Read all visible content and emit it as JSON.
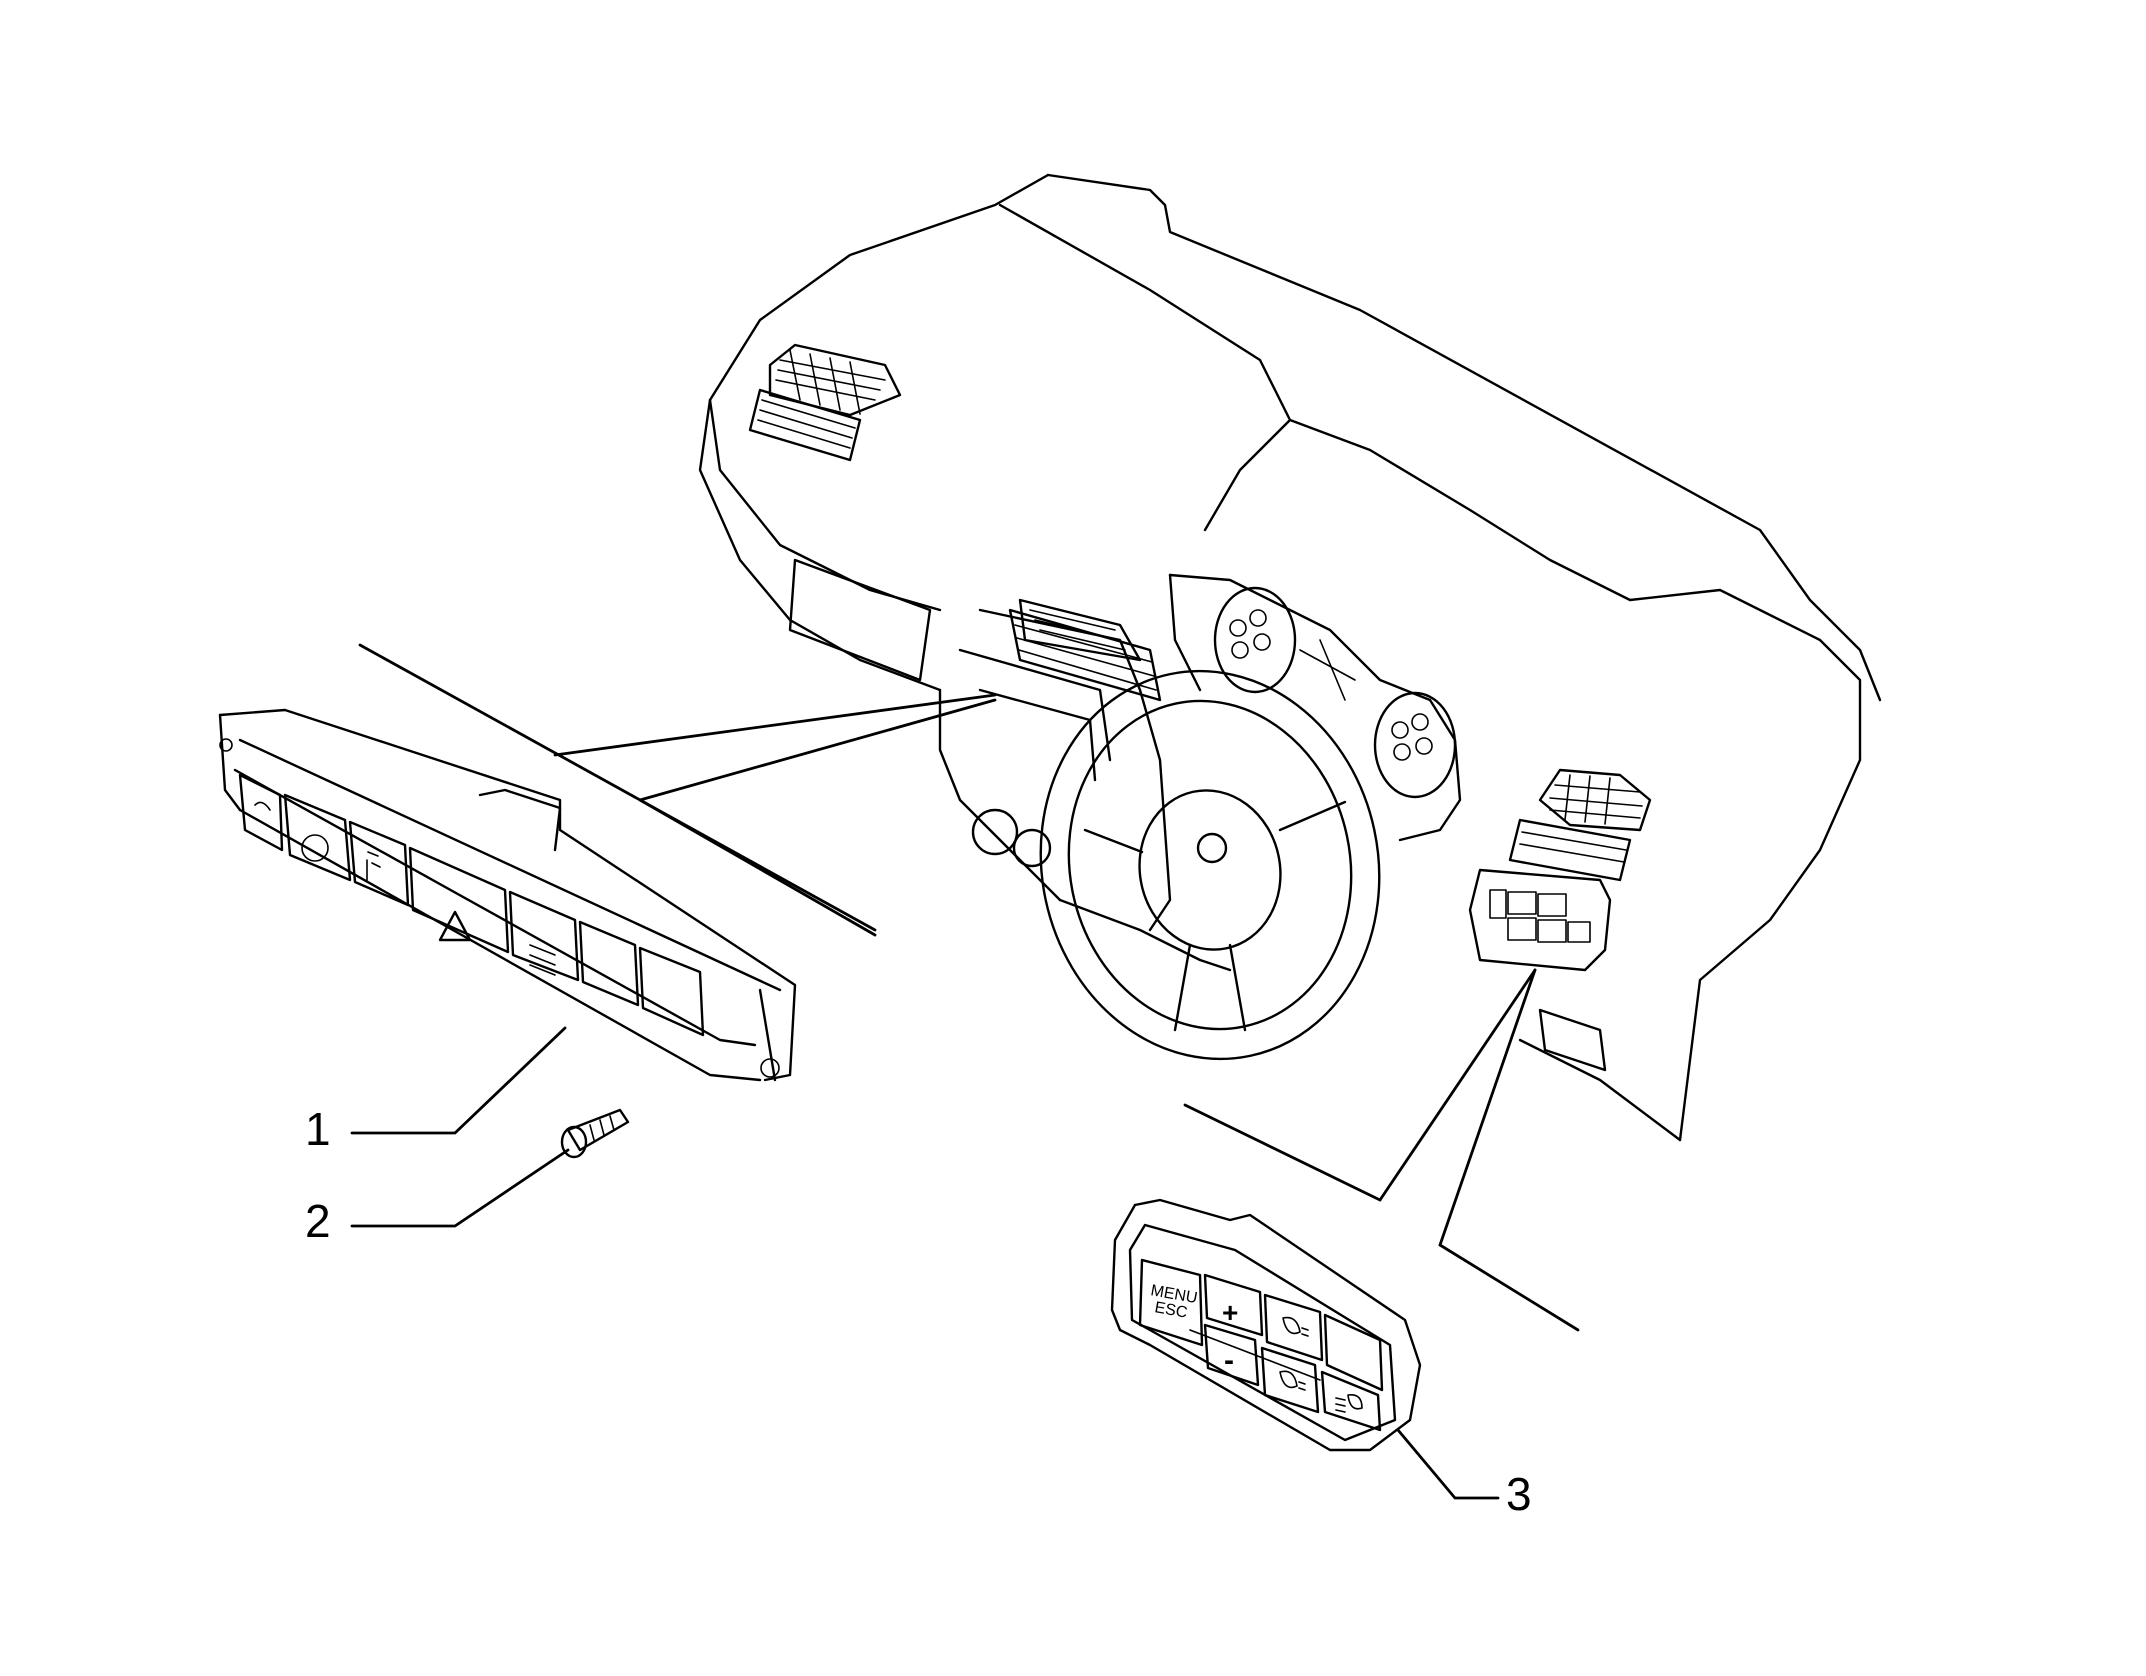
{
  "diagram": {
    "callouts": [
      {
        "id": "1",
        "label": "1"
      },
      {
        "id": "2",
        "label": "2"
      },
      {
        "id": "3",
        "label": "3"
      }
    ],
    "panel_buttons": {
      "menu_line1": "MENU",
      "menu_line2": "ESC",
      "plus": "+",
      "minus": "-"
    }
  }
}
